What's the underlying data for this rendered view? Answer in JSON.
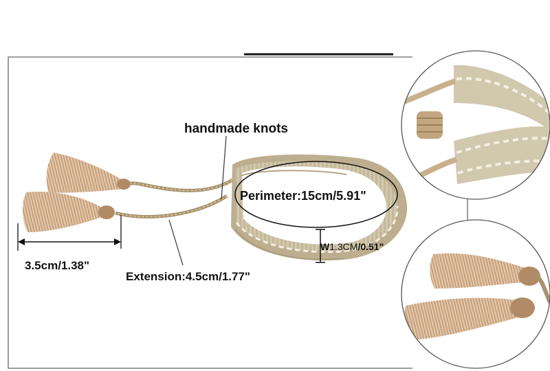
{
  "labels": {
    "handmade_knots": "handmade knots",
    "perimeter": "Perimeter:15cm/5.91\"",
    "width_prefix": "W",
    "width_value": "1.3CM",
    "width_suffix": "/0.51\"",
    "tassel_length": "3.5cm/1.38\"",
    "extension": "Extension:4.5cm/1.77\""
  },
  "colors": {
    "band": "#d2c8ae",
    "band_dark": "#b9ad8e",
    "stitch": "#f4efe2",
    "cord": "#b9a27c",
    "tassel": "#c9a27e",
    "tassel_light": "#e6cfb5",
    "frame": "#555555"
  }
}
